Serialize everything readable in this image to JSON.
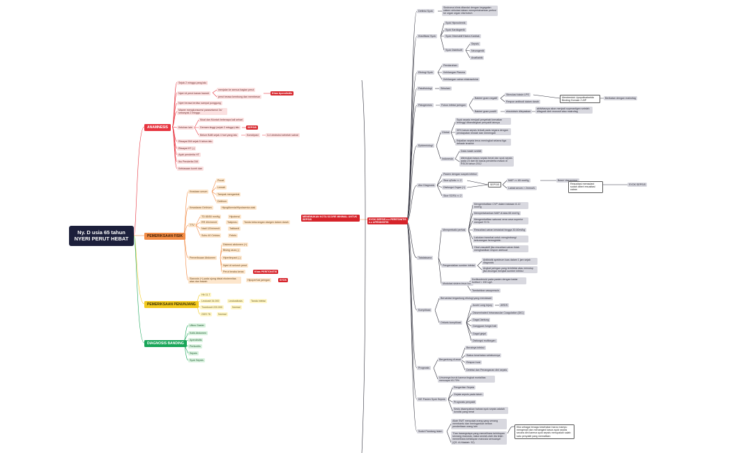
{
  "root": {
    "line1": "Ny. D usia 65 tahun",
    "line2": "NYERI PERUT HEBAT"
  },
  "branches": {
    "anamnesis": "ANAMNESIS",
    "pemeriksaan_fisik": "PEMERIKSAAN FISIK",
    "pemeriksaan_penunjang": "PEMERIKSAAN PENUNJANG",
    "diagnosis_banding": "DIAGNOSIS BANDING"
  },
  "anamnesis": [
    "Sejak 2 minggu yang lalu",
    "Nyeri di perut kanan bawah",
    "menjalar ke semua bagian perut",
    "perut terasa kembung dan membesar",
    "Nyeri terasa terdiso sampai punggung",
    "Mawer mengkonsumsi parasetamol 3x/ sebanyak 2 minggu",
    "Keluhan lain",
    "Mual dan Muntah beberapa kali sehari",
    "Demam tinggi (sejak 2 minggu) lalu",
    "Belum BAB sejak 4 hari yang lalu",
    "Konstipasi",
    "3-4 obstruksi sebelah sakrai",
    "Riwayat DM sejak 5 tahun lalu",
    "Riwayat HT (-)",
    "Ayah penderita HT",
    "Ibu Penderita DM",
    "Kebiasaan kunrh dan"
  ],
  "anam_tags": {
    "apendisitis": "Khas Apendisitis",
    "sepsis": "SEPSIS"
  },
  "fisik": {
    "keadaan_umum": "Keadaan umum",
    "ku_items": [
      "Pucat",
      "Lemah",
      "Tampak mengantuk",
      "Delirium"
    ],
    "kesadaran": "Kesadaran Delirium",
    "kesadaran_val": "Hipoglikemia/Hipoksemia otak",
    "ttv": "TTV",
    "ttv_items": [
      "TD 85/50 mmHg",
      "RR 40x/menit",
      "Nadi 120x/menit",
      "Suhu 40 Celcius"
    ],
    "ttv_vals": [
      "Hipotensi",
      "Takipneu",
      "Takikardi",
      "Febris"
    ],
    "ttv_note": "Tanda kekurangan oksigen dalam darah",
    "abdomen": "Pemeriksaan Abdomen",
    "abdomen_items": [
      "Distensi abdomen (+)",
      "Bising usus (-)",
      "Hipertimpani (-)",
      "Nyeri di seluruh perut",
      "Perut teraba keras"
    ],
    "peritonitis_tag": "Khas PERITONITIS",
    "sianosis": "Sianosis (+) pada ujung distal ekstremitas atas dan bawah",
    "hipoperfusi": "Hipoperfusi jaringan",
    "syok_tag": "SYOK",
    "central": "MENEMUKAN KOTA SCORE MINIMAL UNTUK SEPSIS"
  },
  "penunjang": {
    "items": [
      "Hb 11.7",
      "Leukosit 34.000",
      "Trombosit 220.000",
      "GDS 76"
    ],
    "vals": [
      "Leukositosis",
      "Normal",
      "Normal"
    ],
    "note": "Tanda infeksi"
  },
  "banding": [
    "Ulkus Gaster",
    "Kolik Abdomen",
    "Apendisitis",
    "Peritonitis",
    "Sepsis",
    "Syok Sepsis"
  ],
  "diagnosis": "SYOK SEPSIS e.c PERITONITIS e.c APENDISITIS",
  "right": {
    "definisi": "Definisi Syok",
    "definisi_text": "Sindroma klinis ditandai dengan kegagalan sistem sirkulasi dalam mempertahankan perfusi ke organ organ vital tubuh",
    "klasifikasi": "Klasifikasi Syok",
    "klasifikasi_items": [
      "Syok Hipovolemik",
      "Syok Kardiogenik",
      "Syok Obstruktif Ekstra Kardiak",
      "Syok Distributif"
    ],
    "distributif_items": [
      "Sepsis",
      "Neurogenik",
      "Anafilaktik"
    ],
    "etiologi": "Etiologi Syok",
    "etiologi_items": [
      "Pendarahan",
      "Kehilangan Plasma",
      "Kehilangan cairan ekstraselular"
    ],
    "patofisiologi": "Patofisiologi",
    "patofisiologi_val": "Sirkulasi",
    "patogenesis": "Patogenesis",
    "fokus": "Fokus infeksi jaringan",
    "gram_neg": "Bakteri gram negatif",
    "gram_pos": "Bakteri gram positif",
    "lps": "Stimulasi toksin LPS",
    "respon": "Respon antibodi dalam darah",
    "eksotoksin": "eksotoksin dilepaskan",
    "membentuk": "Membentuk Lipopolisakarida Binding Domain / LBP",
    "berikatan": "Berikatan dengan makrofag",
    "aktivitas": "aktivitasnya akan menjadi superantigen setelah difagosit oleh monosit atau makrofag",
    "epidemiologi": "Epidemiologi",
    "global": "Global",
    "global_items": [
      "Syok sepsis menjadi penyebab kematian tertinggi dibandingkan penyakit lainnya",
      "30% kasus sepsis terkait pada negara dengan pendapatan rendah dan menengah",
      "Kejadian sepsis terus meningkat selama tiga dekade terakhir"
    ],
    "indonesia": "Indonesia",
    "indonesia_items": [
      "Data masih sedikit",
      "ditemukan kasus sepsis berat dan syok sepsis pada 23 dari 84 kasus penderita masuk di RSCM tahun 2012"
    ],
    "alur": "Alur Diagnosis",
    "alur_items": [
      "Pasien dengan suspek infeksi",
      "Skor qSofa >= 2",
      "Disfungsi Organ (+)",
      "Skor SOFA >= 2"
    ],
    "sepsis": "SEPSIS",
    "map": "MAP >= 65 mmHg",
    "laktat": "Laktat serum > 2mmol/L",
    "butuh": "Butuh Vasopresor",
    "resusitasi": "Resusitasi memadani sudah diberi resusitasi cairan",
    "syok_sepsis": "SYOK SEPSIS",
    "tatalaksana": "Tatalaksana",
    "perfusi": "Memperbaiki perfusi",
    "perfusi_items": [
      "Mengembalikan CVP dalam batasan 8-12 mmHg",
      "Mempertahankan MAP di atas 65 mmHg",
      "Mengembalikan saturasi vena cava superior menjadi 70 %",
      "Resusitasi cairan kristaloid hingga 30-60ml/kg",
      "Lakukan transfusi untuk mengimbangi kekurangan hemoglobin",
      "Obat vasoaktif jika resusitasi cairan tidak menghasilkan respon adekuat"
    ],
    "kontrol": "Pengendalian sumber infeksi",
    "kontrol_items": [
      "Antibiotik spektrum luas dalam 1 jam sejak diagnosis",
      "Angkat jaringan yang terinfeksi atau menutup jika dicurigai menjadi sumber infeksi"
    ],
    "modulasi": "Modulasi sistem imun host",
    "modulasi_items": [
      "Kortikosteroid pada pasien dengan kadar kortisol < 150 ug/L",
      "Tambahkan vasopressin"
    ],
    "komplikasi": "Komplikasi",
    "komplikasi_text": "Bervariasi tergantung etiologi yang mendasari",
    "ortiaris": "Ortiaris komplikasi",
    "komplikasi_items": [
      "Acute Lung Injury",
      "Disseminated Intravascular Coagulation (DIC)",
      "Gagal Jantung",
      "Gangguan fungsi hati",
      "Gagal ginjal",
      "Disfungsi multiorgan"
    ],
    "ards": "ARDS",
    "prognosis": "Prognosis",
    "buruk": "Bergantung di awal",
    "buruk_items": [
      "Beratnya infeksi",
      "Status kesehatan sebelumnya",
      "Respon host",
      "Deteksi dan Penanganan dini sepsis"
    ],
    "prognosis_text": "Umumnya buruk karena tingkat mortalitas mencapai 40-70%",
    "kie": "KIE Pasien Syok Sepsis",
    "kie_items": [
      "Pengertian Sepsis",
      "Gejala sepsis pada tubuh",
      "Prognosis penyakit",
      "Sesis disampaikan bahwa syok sepsis adalah kondisi yang berat"
    ],
    "sudut": "Sudut Pandang Islam",
    "sudut_items": [
      "Allah SWT menyukai orang yang senang membantu dan meringankan beban penderitaan orang lain",
      "\"Dan barangsiapa yang memelihara kehidupan seorang manusia, maka seolah-olah dia telah memelihara kehidupan manusia semuanya\" (QS. Al-Maidah: 32)"
    ],
    "sudut_note": "Kita sebagai tenaga kesehatan harus mampu mengenali dan menangani kasus syok sepsis secara dini karena syok sepsis merupakan salah satu penyakit yang mematikan"
  }
}
